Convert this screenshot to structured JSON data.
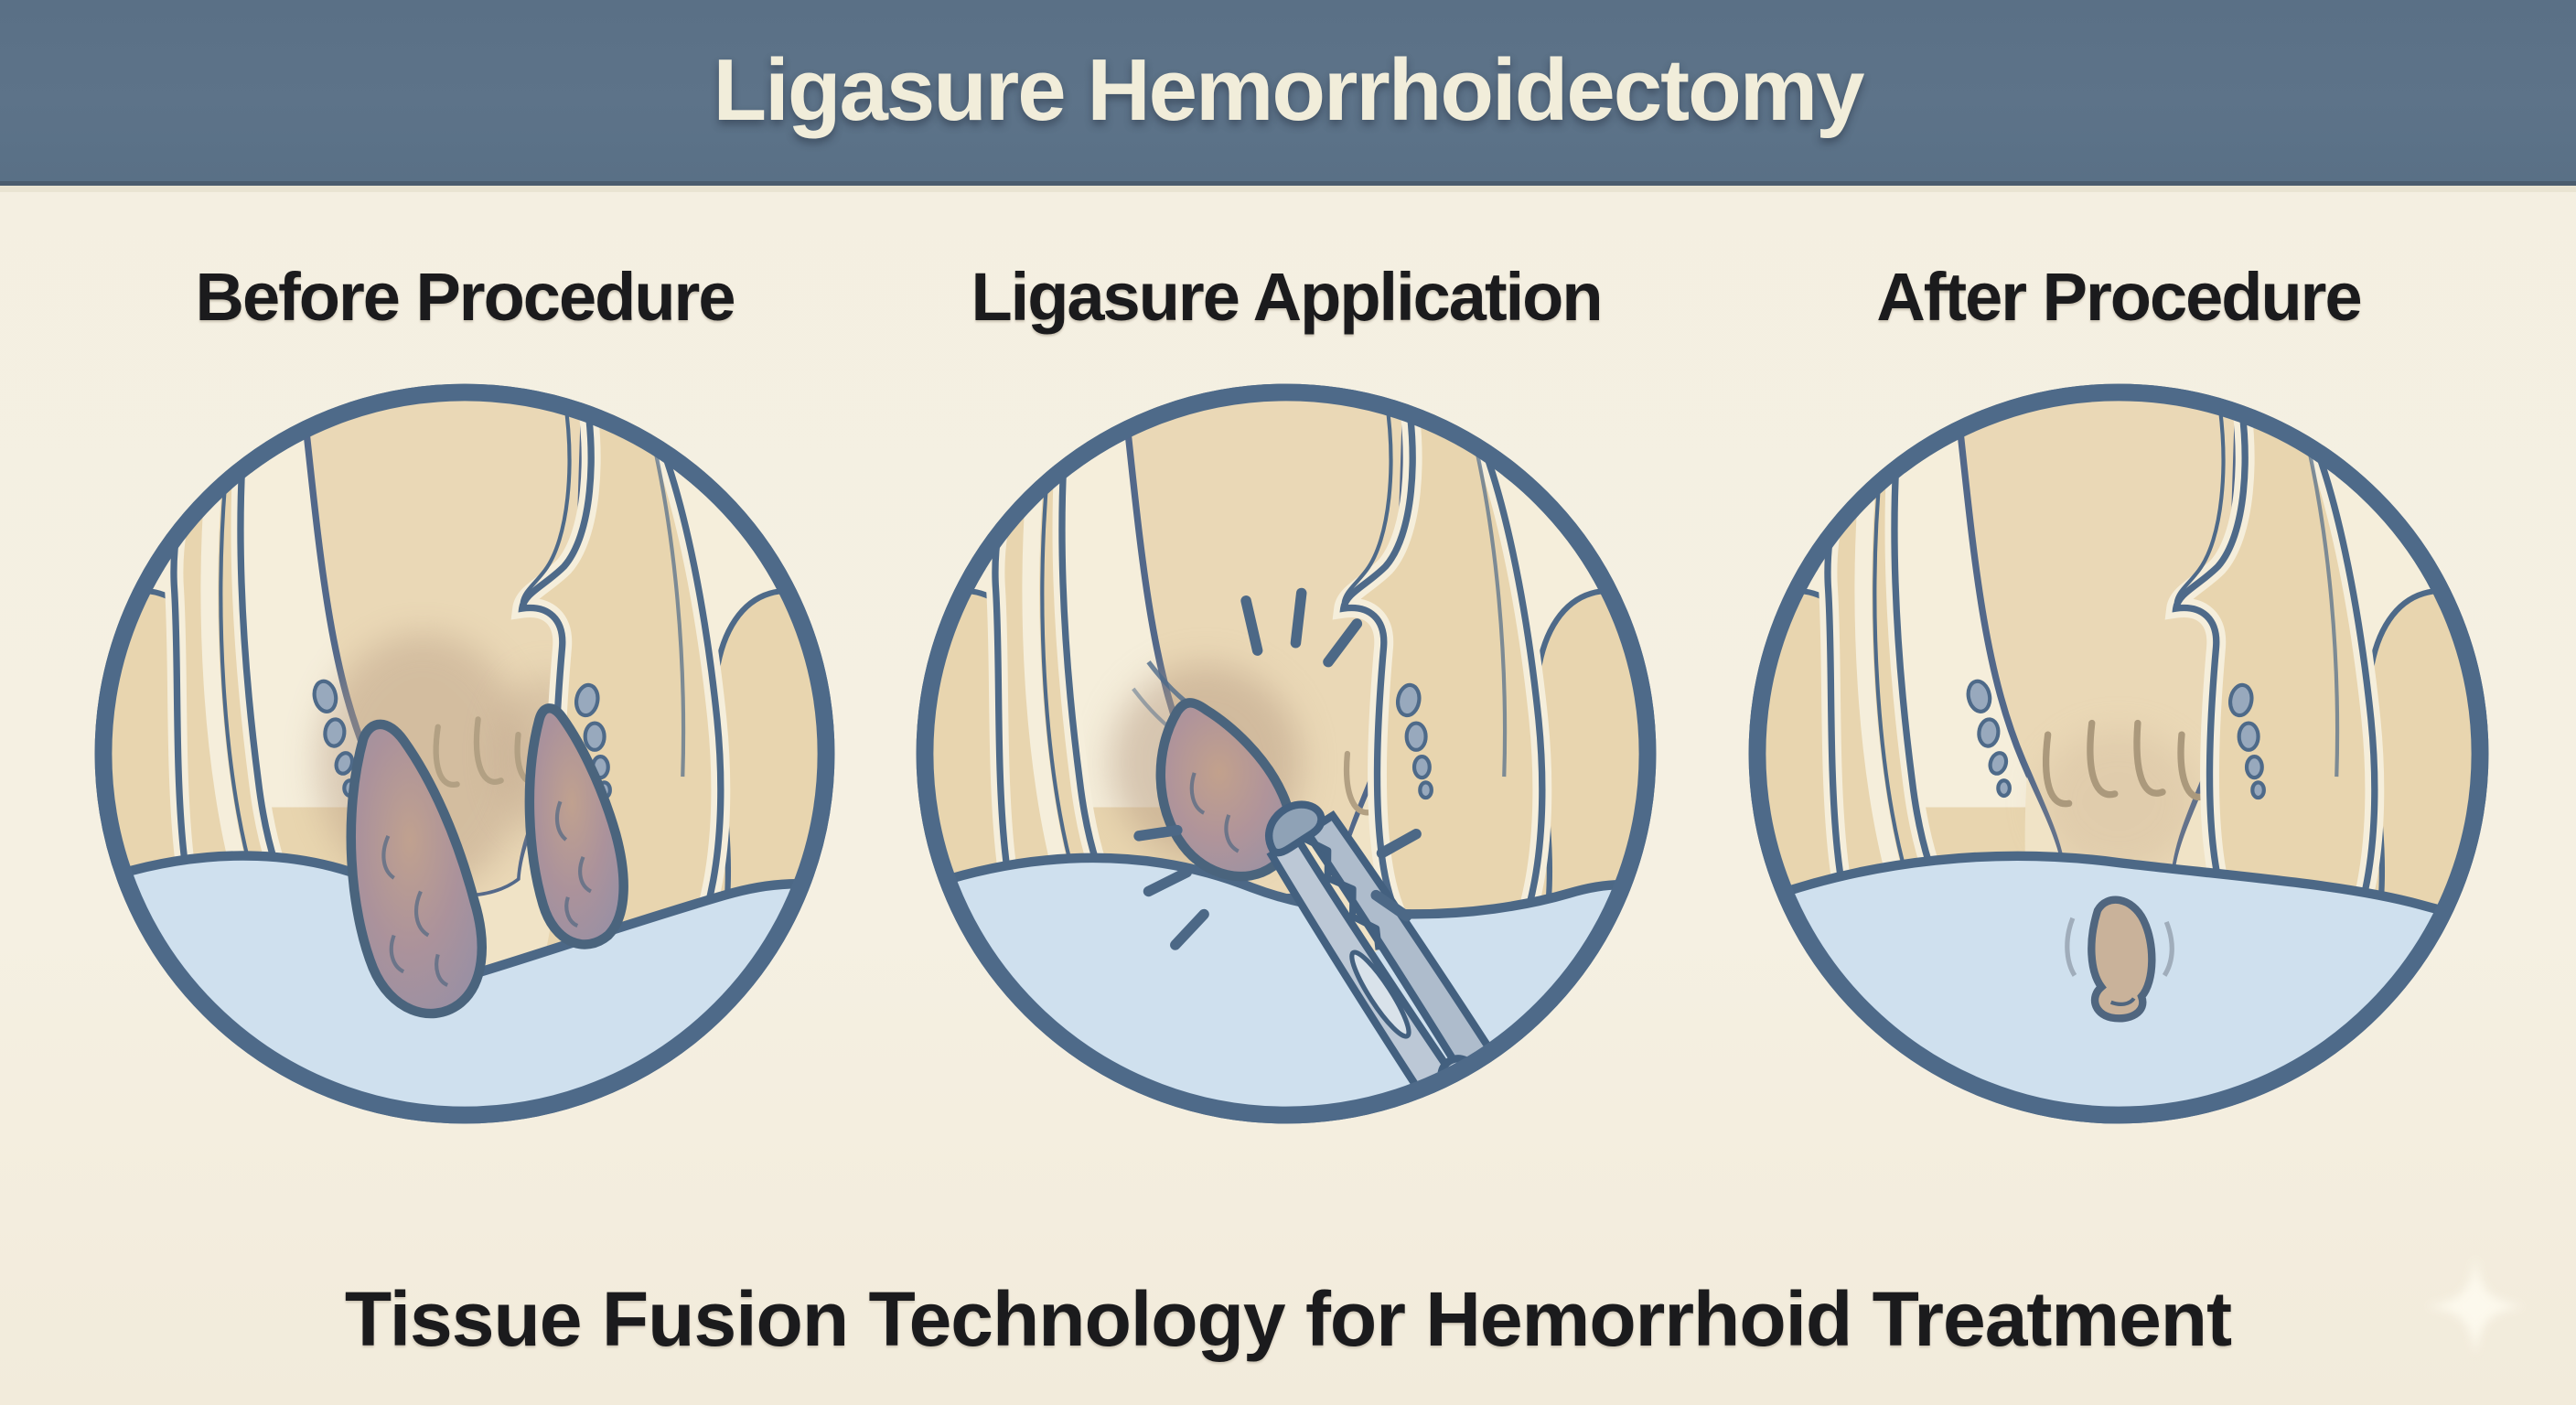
{
  "header": {
    "title": "Ligasure Hemorrhoidectomy"
  },
  "panels": [
    {
      "label": "Before Procedure",
      "illustration": "anal-canal-cross-section-with-two-hemorrhoids"
    },
    {
      "label": "Ligasure Application",
      "illustration": "ligasure-sealing-device-grasping-hemorrhoid-with-energy-sparks"
    },
    {
      "label": "After Procedure",
      "illustration": "healed-anal-canal-with-small-sealed-stub"
    }
  ],
  "footer": {
    "caption": "Tissue Fusion Technology for Hemorrhoid Treatment"
  },
  "decorations": [
    {
      "name": "sparkle-star",
      "position": "bottom-right"
    }
  ],
  "colors": {
    "header_bg": "#5d7389",
    "header_text": "#f1edda",
    "page_bg": "#f4efe1",
    "label_text": "#1b1b1d",
    "caption_text": "#1b1b1d",
    "circle_ring": "#4e6a89",
    "interior_cream": "#f5eedb",
    "tissue_tan": "#e8d5af",
    "tissue_dome": "#ead8b6",
    "canal_light": "#f0e3c6",
    "mucosa_shadow": "#b89d85",
    "outline_slate": "#4e6a89",
    "vein_pebble": "#98a9bd",
    "mound_blue": "#cfe0ee",
    "hemorrhoid_core": "#c0a18f",
    "hemorrhoid_edge": "#9890a4",
    "device_gray_light": "#bcc8d6",
    "device_gray_dark": "#aebccc",
    "device_handle_white": "#fdfdf8",
    "spark": "#4c6886",
    "sparkle_white": "#fffdf2"
  }
}
